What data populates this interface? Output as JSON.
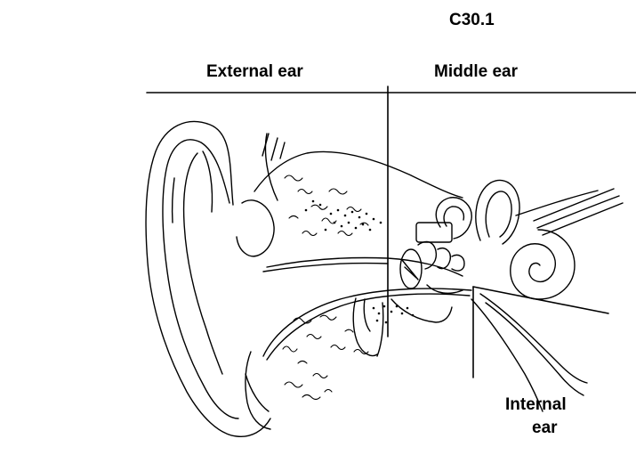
{
  "figure_id": "C30.1",
  "labels": {
    "external": "External ear",
    "middle": "Middle ear",
    "internal_line1": "Internal",
    "internal_line2": "ear"
  },
  "colors": {
    "ink": "#000000",
    "background": "#ffffff"
  }
}
